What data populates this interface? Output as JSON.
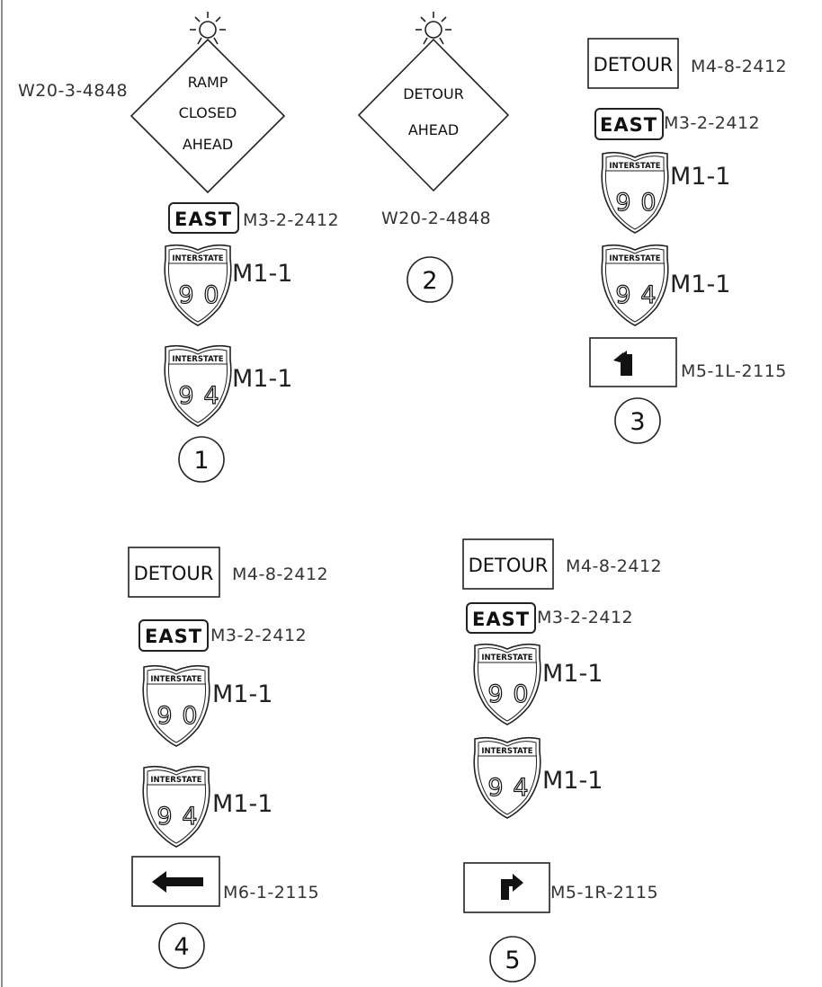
{
  "group1": {
    "code": "W20-3-4848",
    "diamond_lines": [
      "RAMP",
      "CLOSED",
      "AHEAD"
    ],
    "east_text": "EAST",
    "east_code": "M3-2-2412",
    "shield_header": "INTERSTATE",
    "shield1_digits": [
      "9",
      "0"
    ],
    "shield1_code": "M1-1",
    "shield2_digits": [
      "9",
      "4"
    ],
    "shield2_code": "M1-1",
    "number": "1"
  },
  "group2": {
    "diamond_lines": [
      "DETOUR",
      "AHEAD"
    ],
    "code": "W20-2-4848",
    "number": "2"
  },
  "group3": {
    "detour_text": "DETOUR",
    "detour_code": "M4-8-2412",
    "east_text": "EAST",
    "east_code": "M3-2-2412",
    "shield_header": "INTERSTATE",
    "shield1_digits": [
      "9",
      "0"
    ],
    "shield1_code": "M1-1",
    "shield2_digits": [
      "9",
      "4"
    ],
    "shield2_code": "M1-1",
    "arrow_code": "M5-1L-2115",
    "number": "3"
  },
  "group4": {
    "detour_text": "DETOUR",
    "detour_code": "M4-8-2412",
    "east_text": "EAST",
    "east_code": "M3-2-2412",
    "shield_header": "INTERSTATE",
    "shield1_digits": [
      "9",
      "0"
    ],
    "shield1_code": "M1-1",
    "shield2_digits": [
      "9",
      "4"
    ],
    "shield2_code": "M1-1",
    "arrow_code": "M6-1-2115",
    "number": "4"
  },
  "group5": {
    "detour_text": "DETOUR",
    "detour_code": "M4-8-2412",
    "east_text": "EAST",
    "east_code": "M3-2-2412",
    "shield_header": "INTERSTATE",
    "shield1_digits": [
      "9",
      "0"
    ],
    "shield1_code": "M1-1",
    "shield2_digits": [
      "9",
      "4"
    ],
    "shield2_code": "M1-1",
    "arrow_code": "M5-1R-2115",
    "number": "5"
  }
}
